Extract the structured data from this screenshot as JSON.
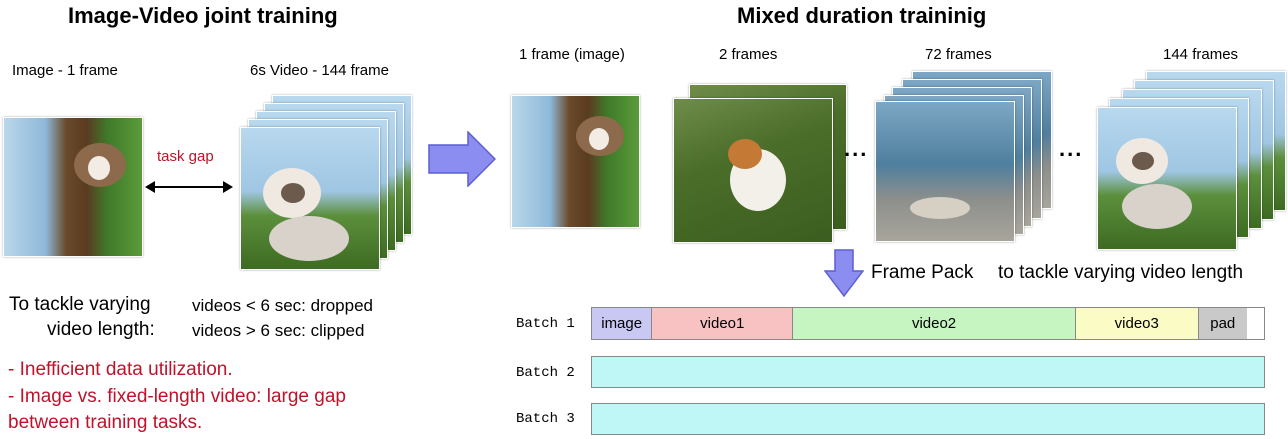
{
  "left": {
    "title": "Image-Video joint training",
    "image_caption": "Image - 1 frame",
    "video_caption": "6s Video - 144 frame",
    "gap_label": "task gap",
    "tackle_line1": "To tackle varying",
    "tackle_line2": "video length:",
    "rule1": "videos < 6 sec: dropped",
    "rule2": "videos > 6 sec: clipped",
    "issue1": "- Inefficient data utilization.",
    "issue2": "- Image vs. fixed-length video: large gap",
    "issue3": "between training tasks."
  },
  "right": {
    "title": "Mixed duration traininig",
    "captions": [
      "1 frame (image)",
      "2 frames",
      "72 frames",
      "144 frames"
    ],
    "ellipsis": "...",
    "frame_pack_label": "Frame Pack",
    "frame_pack_desc": "to tackle varying video length"
  },
  "batches": [
    {
      "label": "Batch 1",
      "segments": [
        {
          "label": "image",
          "fraction": 0.0898,
          "color": "#c9c8f2"
        },
        {
          "label": "video1",
          "fraction": 0.2096,
          "color": "#f8c2c3"
        },
        {
          "label": "video2",
          "fraction": 0.4207,
          "color": "#c6f5c1"
        },
        {
          "label": "video3",
          "fraction": 0.1826,
          "color": "#fbfbc5"
        },
        {
          "label": "pad",
          "fraction": 0.0719,
          "color": "#c9c9c9"
        }
      ]
    },
    {
      "label": "Batch 2",
      "segments": [
        {
          "label": "",
          "fraction": 1.0,
          "color": "#bff6f6"
        }
      ]
    },
    {
      "label": "Batch 3",
      "segments": [
        {
          "label": "",
          "fraction": 1.0,
          "color": "#bff6f6"
        }
      ]
    }
  ],
  "colors": {
    "arrow_fill": "#8b8ef0",
    "arrow_stroke": "#5c5fd0",
    "accent_red": "#c0122a"
  },
  "icons": [
    "double-arrow-icon",
    "right-arrow-icon",
    "down-arrow-icon"
  ]
}
